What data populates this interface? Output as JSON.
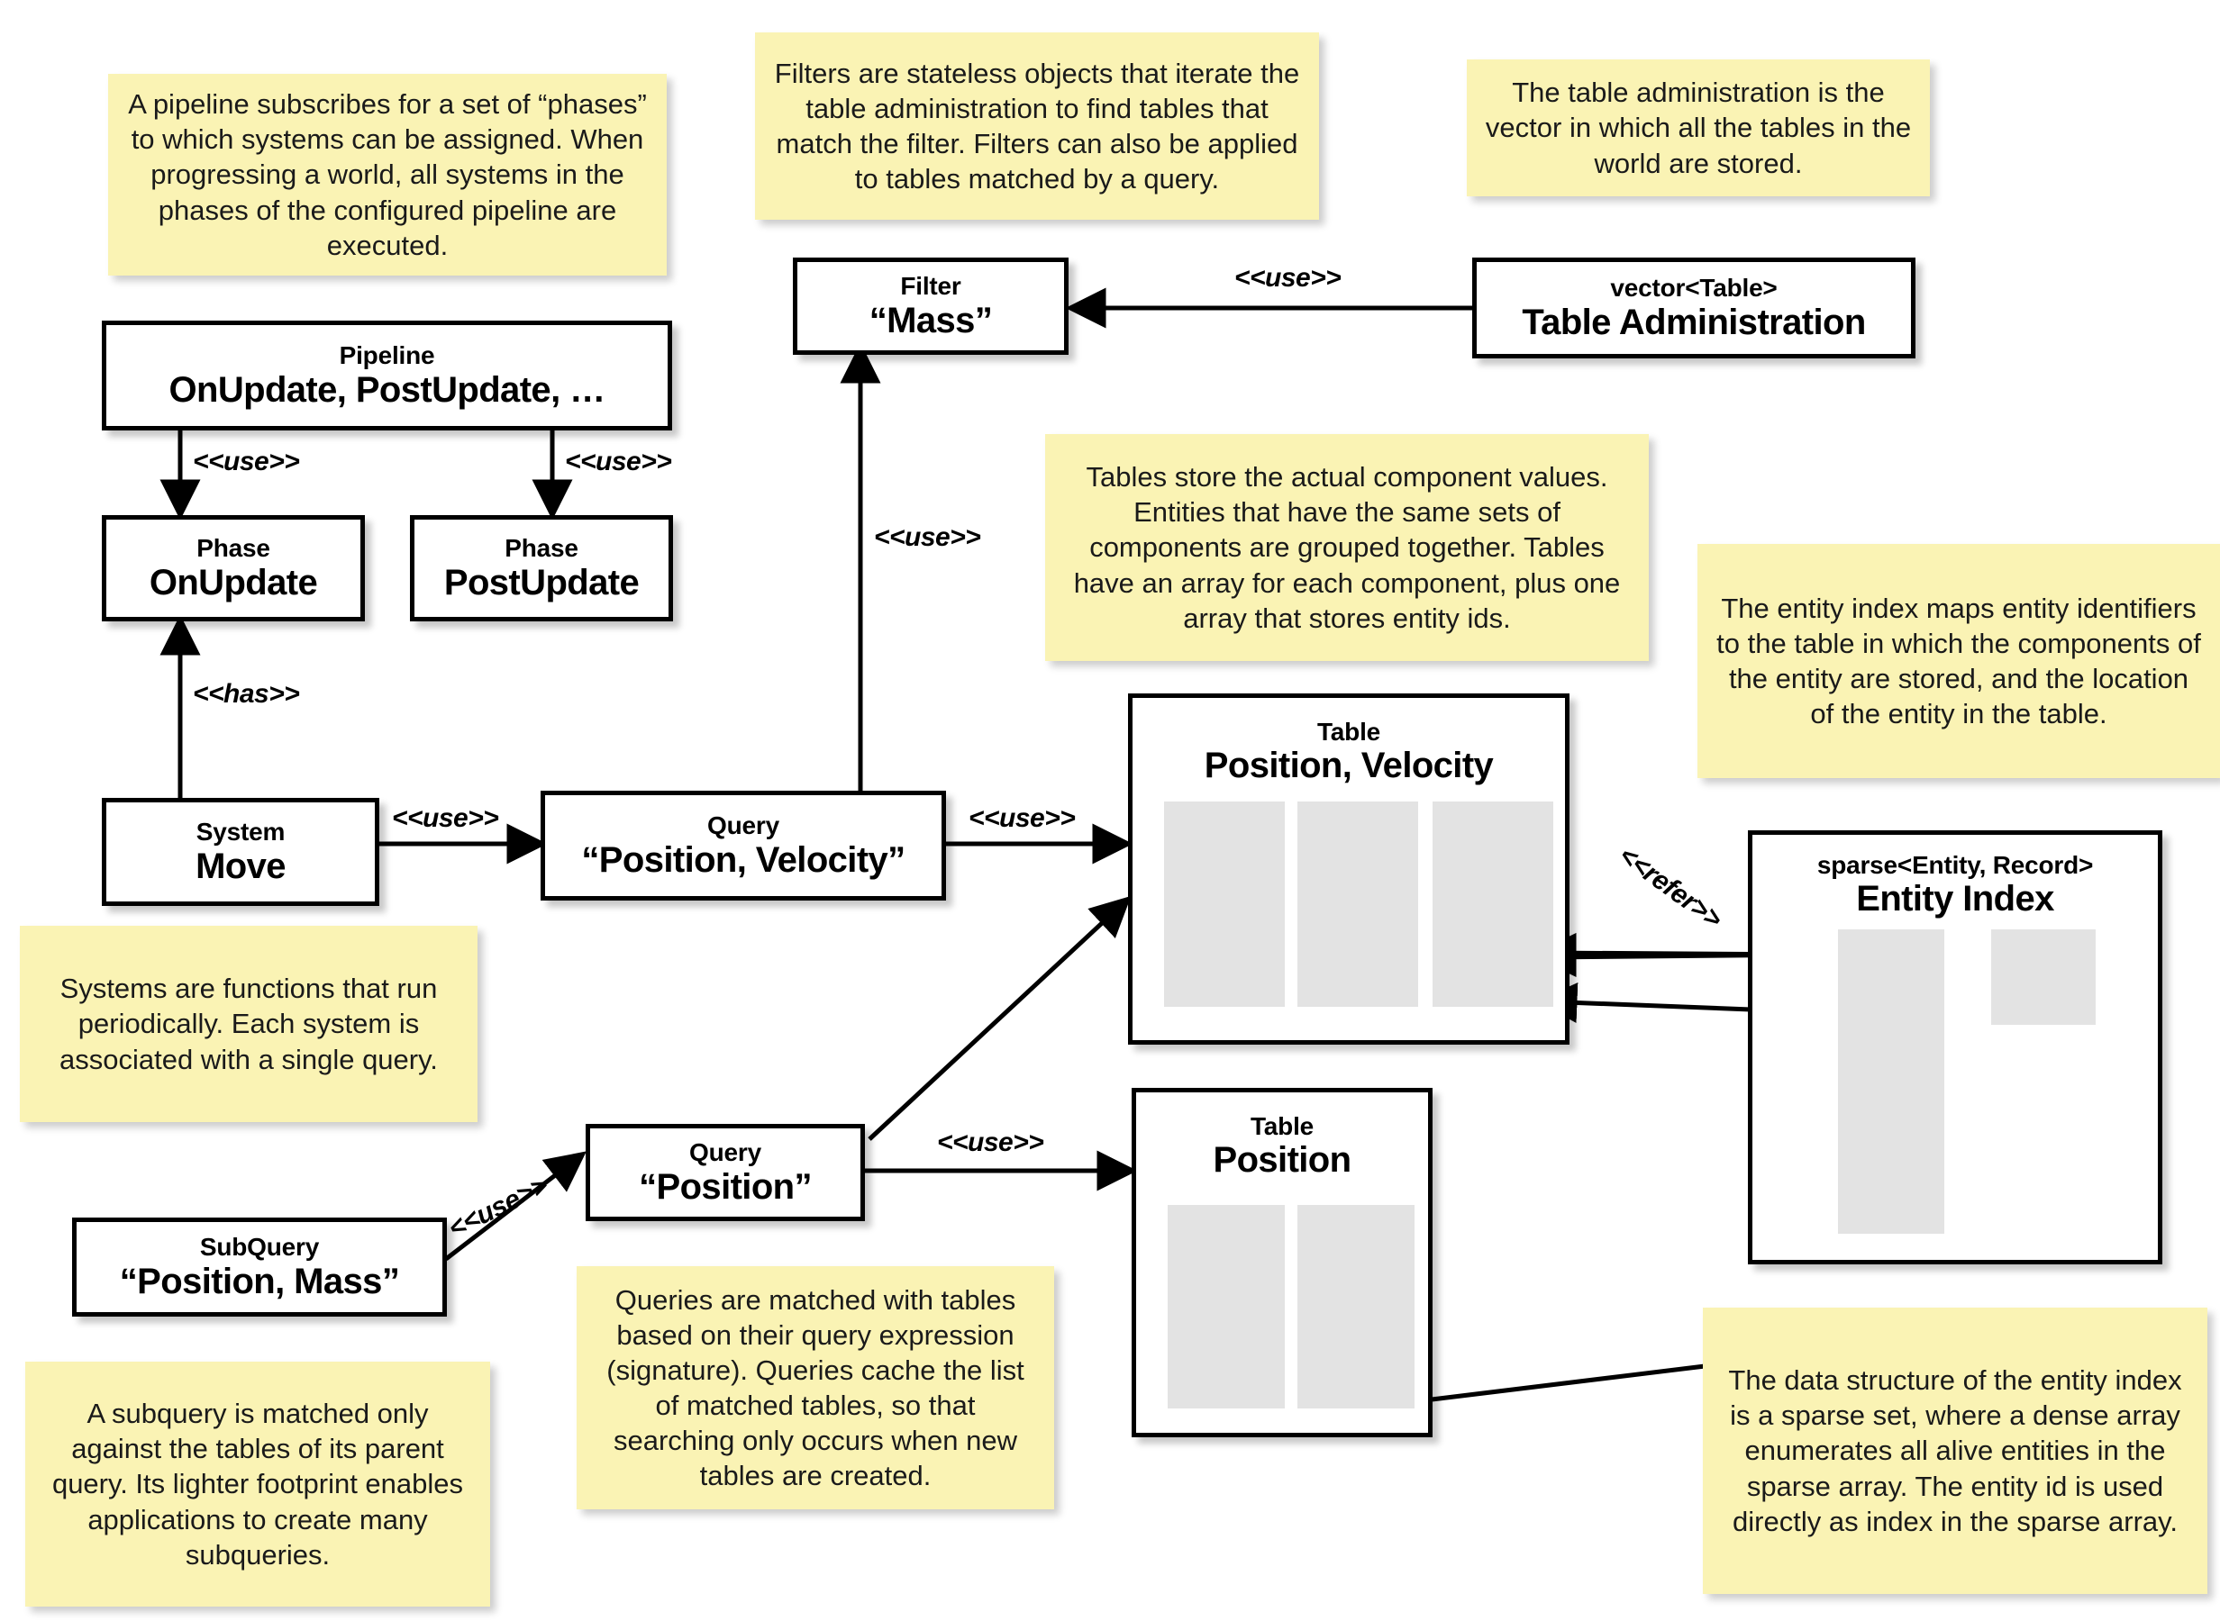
{
  "notes": [
    {
      "id": "note-pipeline",
      "text": "A pipeline subscribes for a set of “phases” to which systems can be assigned. When progressing a world, all systems in the phases of the configured pipeline are executed."
    },
    {
      "id": "note-filter",
      "text": "Filters are stateless objects that iterate the table administration to find tables that match the filter. Filters can also be applied to tables matched by a query."
    },
    {
      "id": "note-table-admin",
      "text": "The table administration is the vector in which all the tables in the world are stored."
    },
    {
      "id": "note-tables",
      "text": "Tables store the actual component values. Entities that have the same sets of components are grouped together. Tables have an array for each component, plus one array that stores entity ids."
    },
    {
      "id": "note-entity-index",
      "text": "The entity index maps entity identifiers to the table in which the components of the entity are stored, and the location of the entity in the table."
    },
    {
      "id": "note-systems",
      "text": "Systems are functions that run periodically. Each system is associated with a single query."
    },
    {
      "id": "note-queries",
      "text": "Queries are matched with tables based on their query expression (signature). Queries cache the list of matched tables, so that searching only occurs when new tables are created."
    },
    {
      "id": "note-subquery",
      "text": "A subquery is matched only against the tables of its parent query. Its lighter footprint enables applications to create many subqueries."
    },
    {
      "id": "note-sparse-set",
      "text": "The data structure of the entity index is a sparse set, where a dense array enumerates all alive entities in the sparse array. The entity id is used directly as index in the sparse array."
    }
  ],
  "boxes": [
    {
      "id": "box-pipeline",
      "stereotype": "Pipeline",
      "title": "OnUpdate, PostUpdate, …"
    },
    {
      "id": "box-phase-onupdate",
      "stereotype": "Phase",
      "title": "OnUpdate"
    },
    {
      "id": "box-phase-postupdate",
      "stereotype": "Phase",
      "title": "PostUpdate"
    },
    {
      "id": "box-system-move",
      "stereotype": "System",
      "title": "Move"
    },
    {
      "id": "box-query-pv",
      "stereotype": "Query",
      "title": "“Position, Velocity”"
    },
    {
      "id": "box-query-p",
      "stereotype": "Query",
      "title": "“Position”"
    },
    {
      "id": "box-subquery-pm",
      "stereotype": "SubQuery",
      "title": "“Position, Mass”"
    },
    {
      "id": "box-filter-mass",
      "stereotype": "Filter",
      "title": "“Mass”"
    },
    {
      "id": "box-table-admin",
      "stereotype": "vector<Table>",
      "title": "Table Administration"
    },
    {
      "id": "box-table-pv",
      "stereotype": "Table",
      "title": "Position, Velocity"
    },
    {
      "id": "box-table-p",
      "stereotype": "Table",
      "title": "Position"
    },
    {
      "id": "box-entity-index",
      "stereotype": "sparse<Entity, Record>",
      "title": "Entity Index"
    }
  ],
  "edge_labels": [
    {
      "id": "edge-pipeline-onupdate",
      "text": "<<use>>"
    },
    {
      "id": "edge-pipeline-postupdate",
      "text": "<<use>>"
    },
    {
      "id": "edge-system-phase",
      "text": "<<has>>"
    },
    {
      "id": "edge-system-query",
      "text": "<<use>>"
    },
    {
      "id": "edge-query-filter",
      "text": "<<use>>"
    },
    {
      "id": "edge-query-table-pv",
      "text": "<<use>>"
    },
    {
      "id": "edge-query-table-p",
      "text": "<<use>>"
    },
    {
      "id": "edge-subquery-query",
      "text": "<<use>>"
    },
    {
      "id": "edge-admin-filter",
      "text": "<<use>>"
    },
    {
      "id": "edge-index-table",
      "text": "<<refer>>"
    }
  ],
  "colors": {
    "note_background": "#faf3b4",
    "box_background": "#ffffff",
    "stroke": "#000000",
    "array_fill": "#e3e3e3",
    "page_background": "#ffffff"
  }
}
